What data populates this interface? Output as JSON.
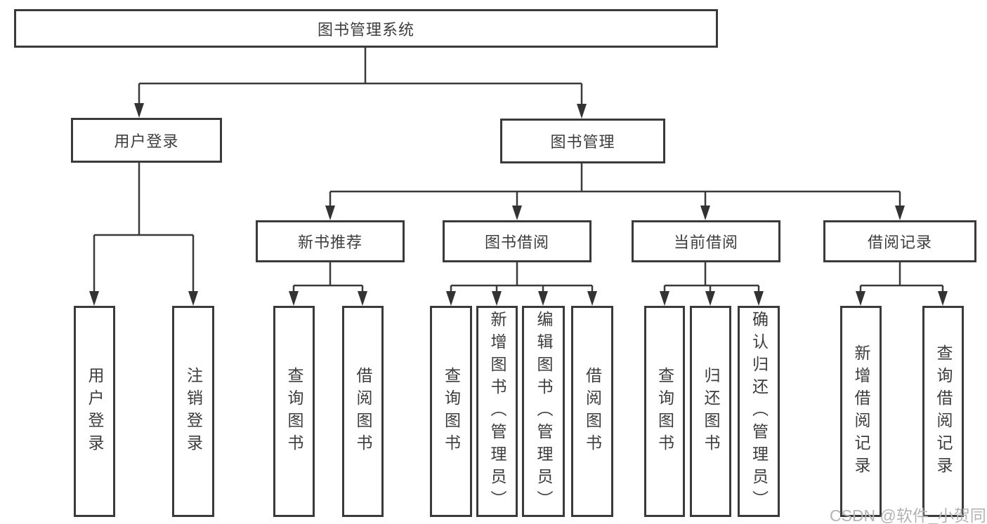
{
  "diagram": {
    "root": {
      "label": "图书管理系统"
    },
    "user_login": {
      "label": "用户登录",
      "children": [
        {
          "label": "用户登录"
        },
        {
          "label": "注销登录"
        }
      ]
    },
    "book_mgmt": {
      "label": "图书管理",
      "children": [
        {
          "label": "新书推荐",
          "children": [
            {
              "label": "查询图书"
            },
            {
              "label": "借阅图书"
            }
          ]
        },
        {
          "label": "图书借阅",
          "children": [
            {
              "label": "查询图书"
            },
            {
              "label": "新增图书（管理员）"
            },
            {
              "label": "编辑图书（管理员）"
            },
            {
              "label": "借阅图书"
            }
          ]
        },
        {
          "label": "当前借阅",
          "children": [
            {
              "label": "查询图书"
            },
            {
              "label": "归还图书"
            },
            {
              "label": "确认归还（管理员）"
            }
          ]
        },
        {
          "label": "借阅记录",
          "children": [
            {
              "label": "新增借阅记录"
            },
            {
              "label": "查询借阅记录"
            }
          ]
        }
      ]
    },
    "line_color": "#3a3a3a",
    "text_color": "#3d3d3d",
    "background_color": "#ffffff"
  },
  "watermark": {
    "text": "CSDN @软件_小贺同学",
    "color": "#b3b3b3"
  }
}
